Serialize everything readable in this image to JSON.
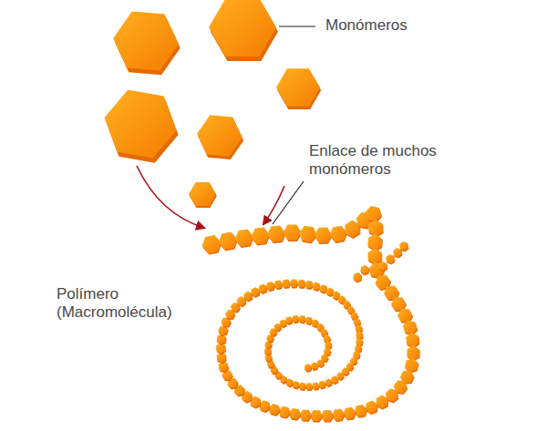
{
  "diagram": {
    "labels": [
      "Monómeros",
      "Enlace de muchos monómeros",
      "Polímero (Macromolécula)"
    ]
  }
}
